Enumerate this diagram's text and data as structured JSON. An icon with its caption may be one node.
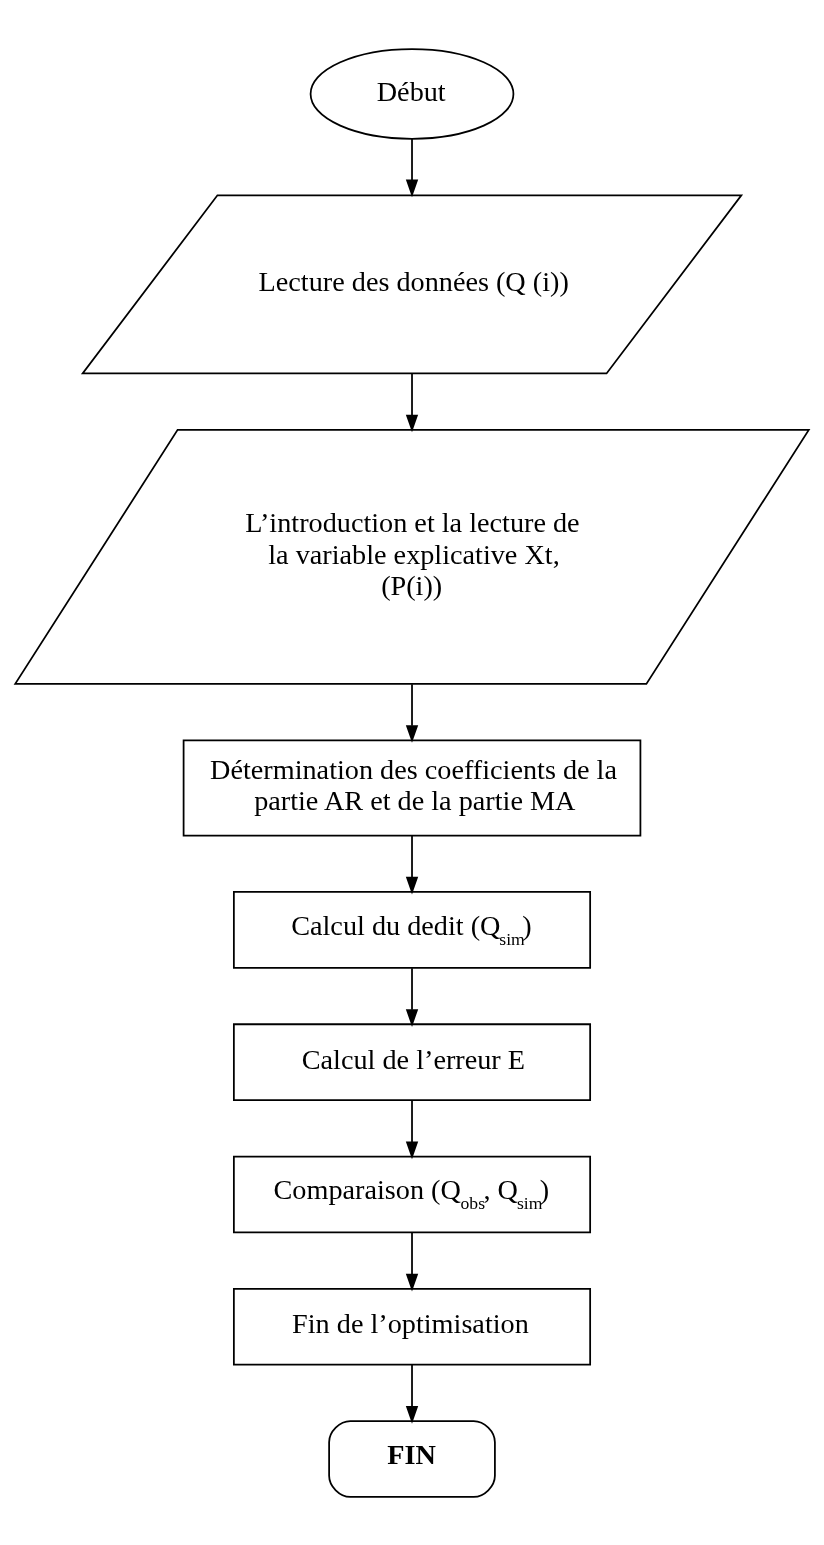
{
  "diagram": {
    "nodes": [
      {
        "text": [
          "Début"
        ]
      },
      {
        "text": [
          "Lecture des données (Q (i))"
        ]
      },
      {
        "text": [
          "L’introduction et la lecture de la variable explicative Xt, (P(i))"
        ]
      },
      {
        "text": [
          "Détermination des coefficients de la partie AR et de la partie MA"
        ]
      },
      {
        "text": [
          "Calcul du dedit (Q$_{sim}$)"
        ]
      },
      {
        "text": [
          "Calcul de l’erreur E"
        ]
      },
      {
        "text": [
          "Comparaison (Q$_{obs}$, Q$_{sim}$)"
        ]
      },
      {
        "text": [
          "Fin de l’optimisation"
        ]
      },
      {
        "text": [
          "FIN"
        ]
      }
    ],
    "edges": [
      {
        "from": 0,
        "to": 1,
        "arrow": "to"
      },
      {
        "from": 1,
        "to": 2,
        "arrow": "to"
      },
      {
        "from": 2,
        "to": 3,
        "arrow": "to"
      },
      {
        "from": 3,
        "to": 4,
        "arrow": "to"
      },
      {
        "from": 4,
        "to": 5,
        "arrow": "to"
      },
      {
        "from": 5,
        "to": 6,
        "arrow": "to"
      },
      {
        "from": 6,
        "to": 7,
        "arrow": "to"
      },
      {
        "from": 7,
        "to": 8,
        "arrow": "to"
      }
    ]
  }
}
